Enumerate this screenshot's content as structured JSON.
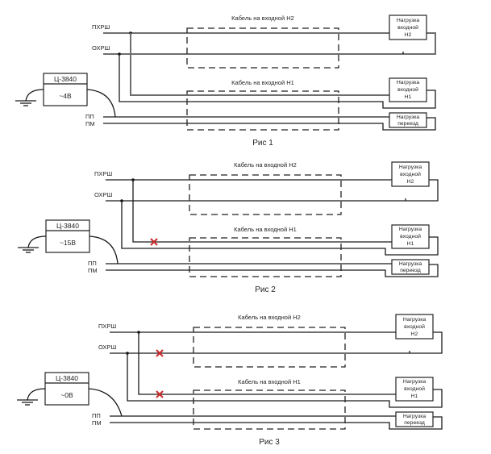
{
  "figures": [
    {
      "caption": "Рис 1",
      "line_labels": {
        "pkhrsh": "ПХРШ",
        "okhrsh": "ОХРШ",
        "pp": "ПП",
        "pm": "ПМ"
      },
      "meter": {
        "model": "Ц-3840",
        "reading": "~4В"
      },
      "cable_h2_label": "Кабель на входной Н2",
      "cable_h1_label": "Кабель на входной Н1",
      "load_h2": [
        "Нагрузка",
        "входной",
        "Н2"
      ],
      "load_h1": [
        "Нагрузка",
        "входной",
        "Н1"
      ],
      "load_crossing": [
        "Нагрузка",
        "переезд"
      ],
      "breaks": []
    },
    {
      "caption": "Рис 2",
      "line_labels": {
        "pkhrsh": "ПХРШ",
        "okhrsh": "ОХРШ",
        "pp": "ПП",
        "pm": "ПМ"
      },
      "meter": {
        "model": "Ц-3840",
        "reading": "~15В"
      },
      "cable_h2_label": "Кабель на входной Н2",
      "cable_h1_label": "Кабель на входной Н1",
      "load_h2": [
        "Нагрузка",
        "входной",
        "Н2"
      ],
      "load_h1": [
        "Нагрузка",
        "входной",
        "Н1"
      ],
      "load_crossing": [
        "Нагрузка",
        "переезд"
      ],
      "breaks": [
        "pkhrsh-branch-h1"
      ]
    },
    {
      "caption": "Рис 3",
      "line_labels": {
        "pkhrsh": "ПХРШ",
        "okhrsh": "ОХРШ",
        "pp": "ПП",
        "pm": "ПМ"
      },
      "meter": {
        "model": "Ц-3840",
        "reading": "~0В"
      },
      "cable_h2_label": "Кабель на входной Н2",
      "cable_h1_label": "Кабель на входной Н1",
      "load_h2": [
        "Нагрузка",
        "входной",
        "Н2"
      ],
      "load_h1": [
        "Нагрузка",
        "входной",
        "Н1"
      ],
      "load_crossing": [
        "Нагрузка",
        "переезд"
      ],
      "breaks": [
        "okhrsh-main",
        "pkhrsh-branch-h1"
      ]
    }
  ],
  "colors": {
    "wire": "#1a1a1a",
    "wire_gray": "#6e6e6e",
    "break_mark": "#cc2a2a"
  }
}
